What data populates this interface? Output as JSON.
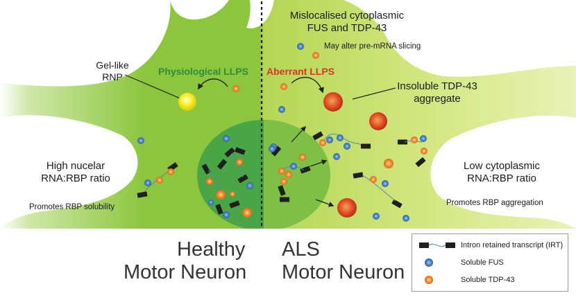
{
  "labels": {
    "gel_like": [
      "Gel-like",
      "RNP"
    ],
    "physiological": "Physiological LLPS",
    "aberrant": "Aberrant LLPS",
    "mislocalised": [
      "Mislocalised cytoplasmic",
      "FUS and TDP-43"
    ],
    "may_alter": "May alter pre-mRNA slicing",
    "insoluble": [
      "Insoluble TDP-43",
      "aggregate"
    ],
    "high_ratio": [
      "High nucelar",
      "RNA:RBP ratio"
    ],
    "promotes_solubility": "Promotes RBP solubility",
    "low_ratio": [
      "Low cytoplasmic",
      "RNA:RBP ratio"
    ],
    "promotes_aggregation": "Promotes RBP aggregation"
  },
  "titles": {
    "healthy": [
      "Healthy",
      "Motor Neuron"
    ],
    "als": [
      "ALS",
      "Motor Neuron"
    ]
  },
  "legend": {
    "items": [
      {
        "label": "Intron retained transcript (IRT)",
        "icon": "irt-icon"
      },
      {
        "label": "Soluble FUS",
        "icon": "fus-dot-icon"
      },
      {
        "label": "Soluble TDP-43",
        "icon": "tdp43-dot-icon"
      }
    ]
  },
  "colors": {
    "healthy_cytoplasm": "#8cc63f",
    "healthy_nucleus": "#4aa546",
    "als_cytoplasm": "#c5dd6a",
    "als_nucleus": "#7fbf45",
    "fus_blue": "#3b7ec4",
    "tdp_orange": "#f08a2a",
    "gel_yellow": "#f7ef2a",
    "aggregate_red": "#d9381e",
    "physiological_green": "#2e8b3a",
    "aberrant_red": "#d8352a"
  }
}
